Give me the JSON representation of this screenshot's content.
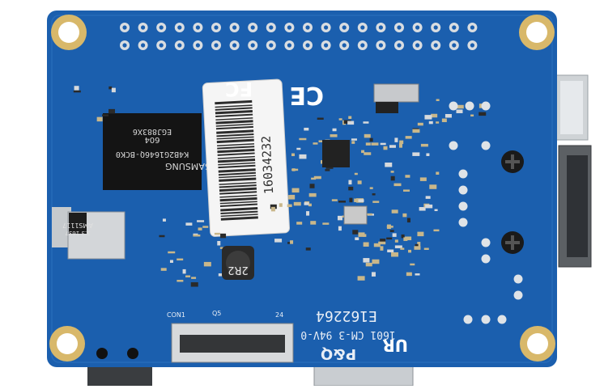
{
  "board": {
    "pcb_color": "#1b5fae",
    "pcb_dark": "#164f93",
    "gold": "#d8b86a",
    "silkscreen": "#e8eef6"
  },
  "labels": {
    "dram_line1": "SAMSUNG",
    "dram_line2": "604",
    "dram_line3": "K4B2G1646Q-BCK0",
    "dram_line4": "EGJ883X6",
    "barcode_number": "16034232",
    "board_id": "E162264",
    "board_rev": "1601 CM-3 94V-0",
    "maker": "P&Q",
    "regulator_line1": "AMS1117",
    "regulator_line2": "3.3 1637",
    "inductor_label": "2R2",
    "con_label": "CON1",
    "q5_label": "Q5",
    "pin24_label": "24",
    "ce_mark": "CE",
    "fcc_mark": "FC",
    "ur_mark": "UR"
  }
}
